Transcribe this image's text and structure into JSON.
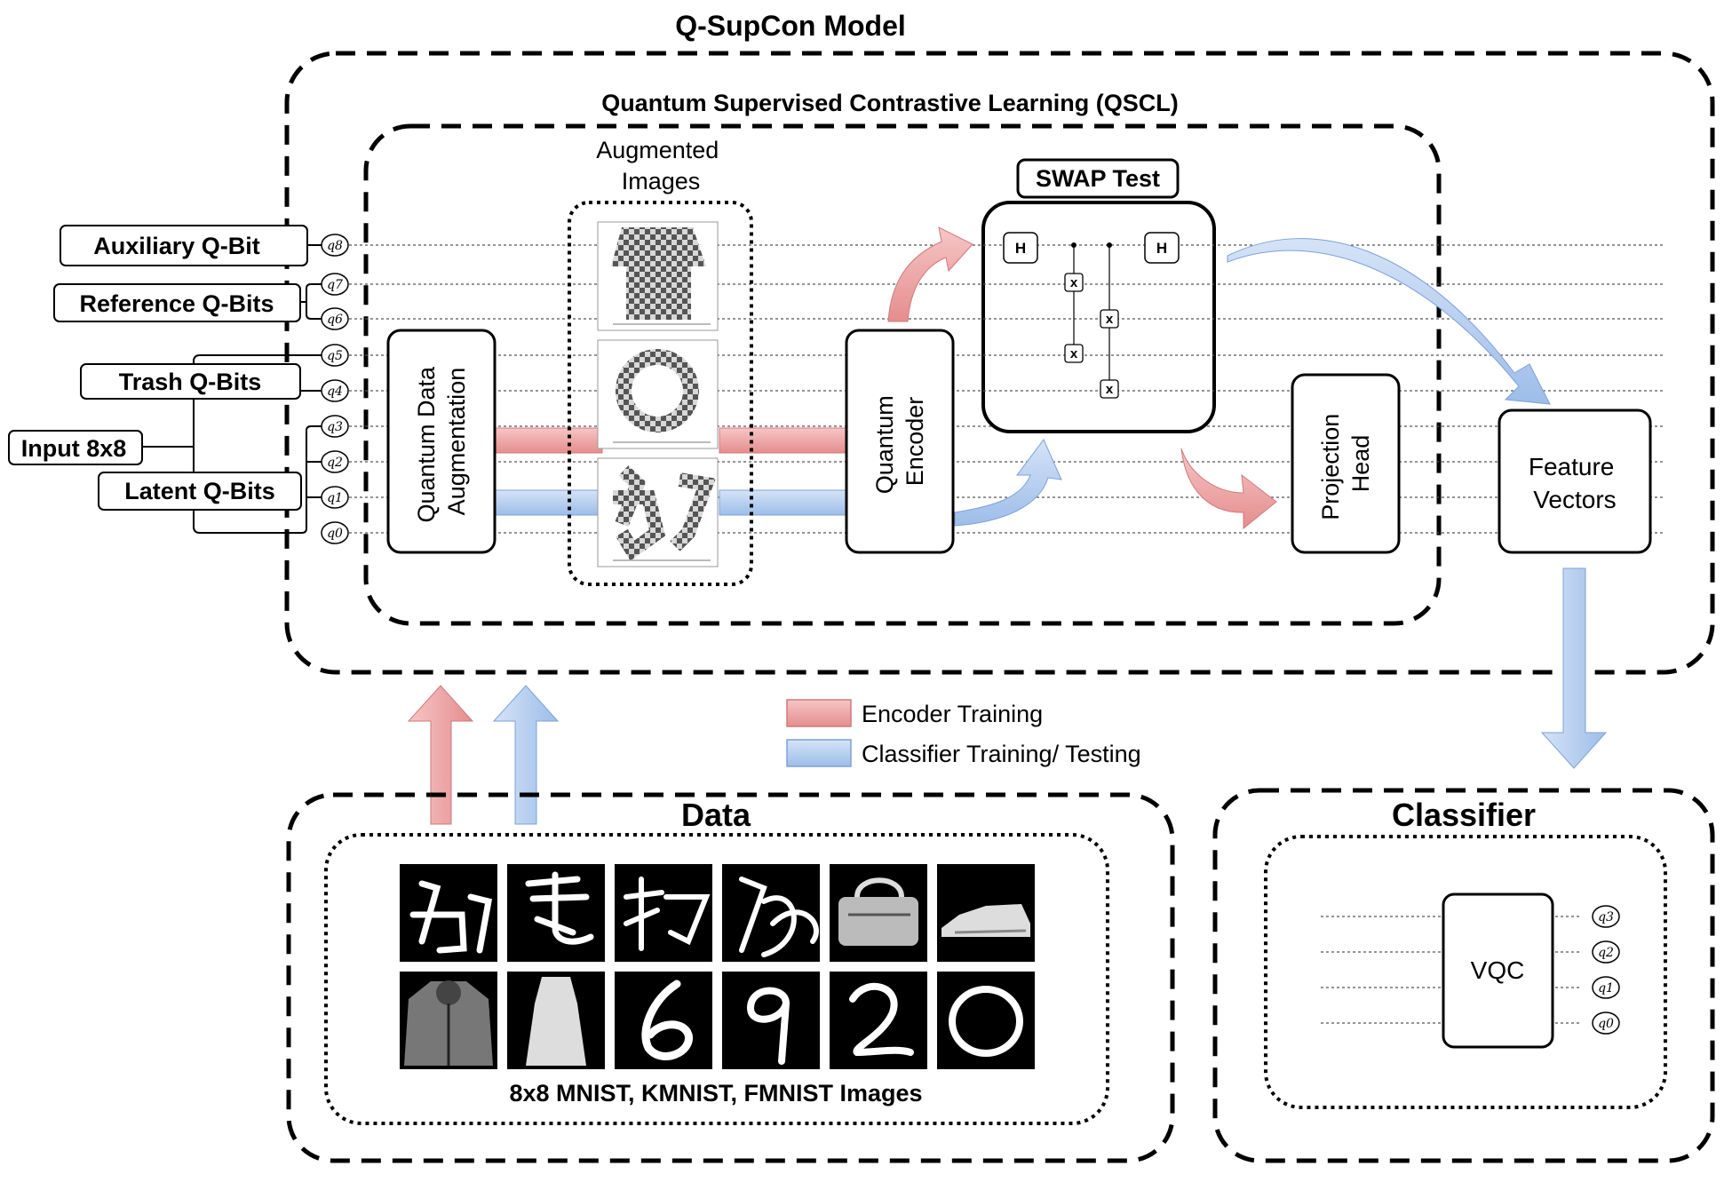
{
  "title": "Q-SupCon Model",
  "qscl_title": "Quantum Supervised Contrastive Learning (QSCL)",
  "augmented_label": [
    "Augmented",
    "Images"
  ],
  "swap_test_label": "SWAP Test",
  "gate_h": "H",
  "gate_x": "x",
  "blocks": {
    "augmentation": [
      "Quantum Data",
      "Augmentation"
    ],
    "encoder": [
      "Quantum",
      "Encoder"
    ],
    "projection": [
      "Projection",
      "Head"
    ],
    "features": [
      "Feature",
      "Vectors"
    ],
    "vqc": "VQC"
  },
  "qubit_groups": {
    "auxiliary": "Auxiliary Q-Bit",
    "reference": "Reference Q-Bits",
    "trash": "Trash Q-Bits",
    "input": "Input 8x8",
    "latent": "Latent Q-Bits"
  },
  "qubits": [
    "q8",
    "q7",
    "q6",
    "q5",
    "q4",
    "q3",
    "q2",
    "q1",
    "q0"
  ],
  "classifier_qubits": [
    "q3",
    "q2",
    "q1",
    "q0"
  ],
  "legend": {
    "encoder": "Encoder Training",
    "classifier": "Classifier Training/ Testing"
  },
  "data_title": "Data",
  "data_caption": "8x8 MNIST, KMNIST, FMNIST Images",
  "classifier_title": "Classifier",
  "colors": {
    "red_arrow": "#ea9a9a",
    "blue_arrow": "#a9c4ec",
    "red_stroke": "#c96060",
    "blue_stroke": "#6d94cf"
  }
}
